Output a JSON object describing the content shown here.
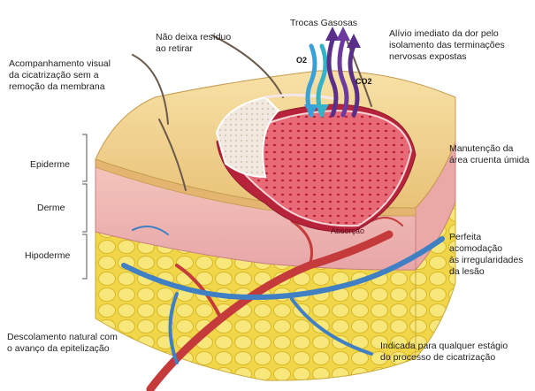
{
  "labels": {
    "top_left": "Acompanhamento visual\nda cicatrização sem a\nremoção da membrana",
    "no_residue": "Não deixa resíduo\nao retirar",
    "gas_exchange": "Trocas Gasosas",
    "o2": "O2",
    "co2": "CO2",
    "pain_relief": "Alívio imediato da dor pelo\nisolamento das terminações\nnervosas expostas",
    "epiderme": "Epiderme",
    "derme": "Derme",
    "hipoderme": "Hipoderme",
    "moist": "Manutenção da\nárea cruenta úmida",
    "conform": "Perfeita acomodação\nàs irregularidades\nda lesão",
    "absorption": "Absorção",
    "detach": "Descolamento natural com\no avanço da epitelização",
    "any_stage": "Indicada para qualquer estágio\ndo processo de cicatrização"
  },
  "colors": {
    "epidermis": "#f3d58f",
    "dermis": "#f1b7b3",
    "fat": "#f5de5a",
    "wound": "#d94a5c",
    "membrane": "#f4f1ee",
    "vein": "#3f7fc4",
    "artery": "#c53a3a",
    "arrow_blue": "#3aa0d8",
    "arrow_purple": "#5a2f8a"
  }
}
